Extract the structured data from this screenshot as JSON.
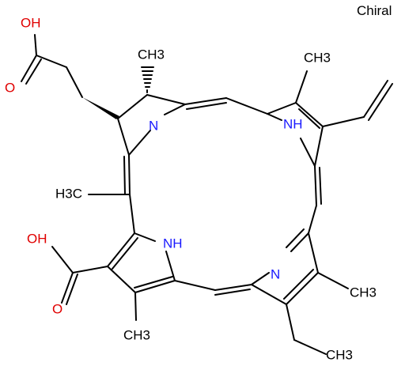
{
  "molecule": {
    "chiral_label": "Chiral",
    "atoms": {
      "oh_top": "OH",
      "o_top": "O",
      "ch3_top": "CH3",
      "ch3_top_right": "CH3",
      "n_left": "N",
      "nh_right": "NH",
      "h3c_left": "H3C",
      "oh_bottom": "OH",
      "nh_bottom": "NH",
      "n_bottom": "N",
      "o_bottom": "O",
      "ch3_right": "CH3",
      "ch3_bottom": "CH3",
      "ch3_ethyl": "CH3"
    },
    "colors": {
      "oxygen": "#e00000",
      "nitrogen": "#1a1aff",
      "bond": "#000000"
    }
  }
}
